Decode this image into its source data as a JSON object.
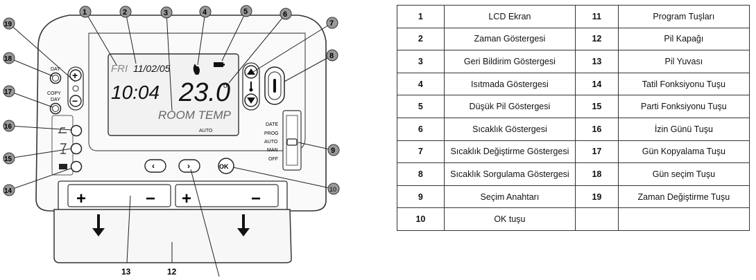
{
  "diagram": {
    "lcd": {
      "day": "FRI",
      "date": "11/02/05",
      "time": "10:04",
      "temp": "23.0",
      "degree": "o",
      "room_temp": "ROOM  TEMP",
      "auto": "AUTO"
    },
    "buttons": {
      "day_label": "DAY",
      "copy_day_label": "COPY\nDAY",
      "plus": "+",
      "minus": "−",
      "ok": "OK"
    },
    "switch_positions": [
      "DATE",
      "PROG",
      "AUTO",
      "MAN",
      "OFF"
    ],
    "battery_signs": {
      "plus": "+",
      "minus": "−"
    },
    "callouts": [
      "1",
      "2",
      "3",
      "4",
      "5",
      "6",
      "7",
      "8",
      "9",
      "10",
      "12",
      "13",
      "14",
      "15",
      "16",
      "17",
      "18",
      "19"
    ]
  },
  "legend": {
    "rows": [
      {
        "n1": "1",
        "t1": "LCD Ekran",
        "n2": "11",
        "t2": "Program Tuşları"
      },
      {
        "n1": "2",
        "t1": "Zaman Göstergesi",
        "n2": "12",
        "t2": "Pil Kapağı"
      },
      {
        "n1": "3",
        "t1": "Geri Bildirim Göstergesi",
        "n2": "13",
        "t2": "Pil Yuvası"
      },
      {
        "n1": "4",
        "t1": "Isıtmada Göstergesi",
        "n2": "14",
        "t2": "Tatil Fonksiyonu Tuşu"
      },
      {
        "n1": "5",
        "t1": "Düşük Pil Göstergesi",
        "n2": "15",
        "t2": "Parti Fonksiyonu Tuşu"
      },
      {
        "n1": "6",
        "t1": "Sıcaklık Göstergesi",
        "n2": "16",
        "t2": "İzin Günü Tuşu"
      },
      {
        "n1": "7",
        "t1": "Sıcaklık Değiştirme Göstergesi",
        "n2": "17",
        "t2": "Gün Kopyalama Tuşu"
      },
      {
        "n1": "8",
        "t1": "Sıcaklık Sorgulama Göstergesi",
        "n2": "18",
        "t2": "Gün seçim Tuşu"
      },
      {
        "n1": "9",
        "t1": "Seçim Anahtarı",
        "n2": "19",
        "t2": "Zaman Değiştirme Tuşu"
      },
      {
        "n1": "10",
        "t1": "OK tuşu",
        "n2": "",
        "t2": ""
      }
    ]
  }
}
